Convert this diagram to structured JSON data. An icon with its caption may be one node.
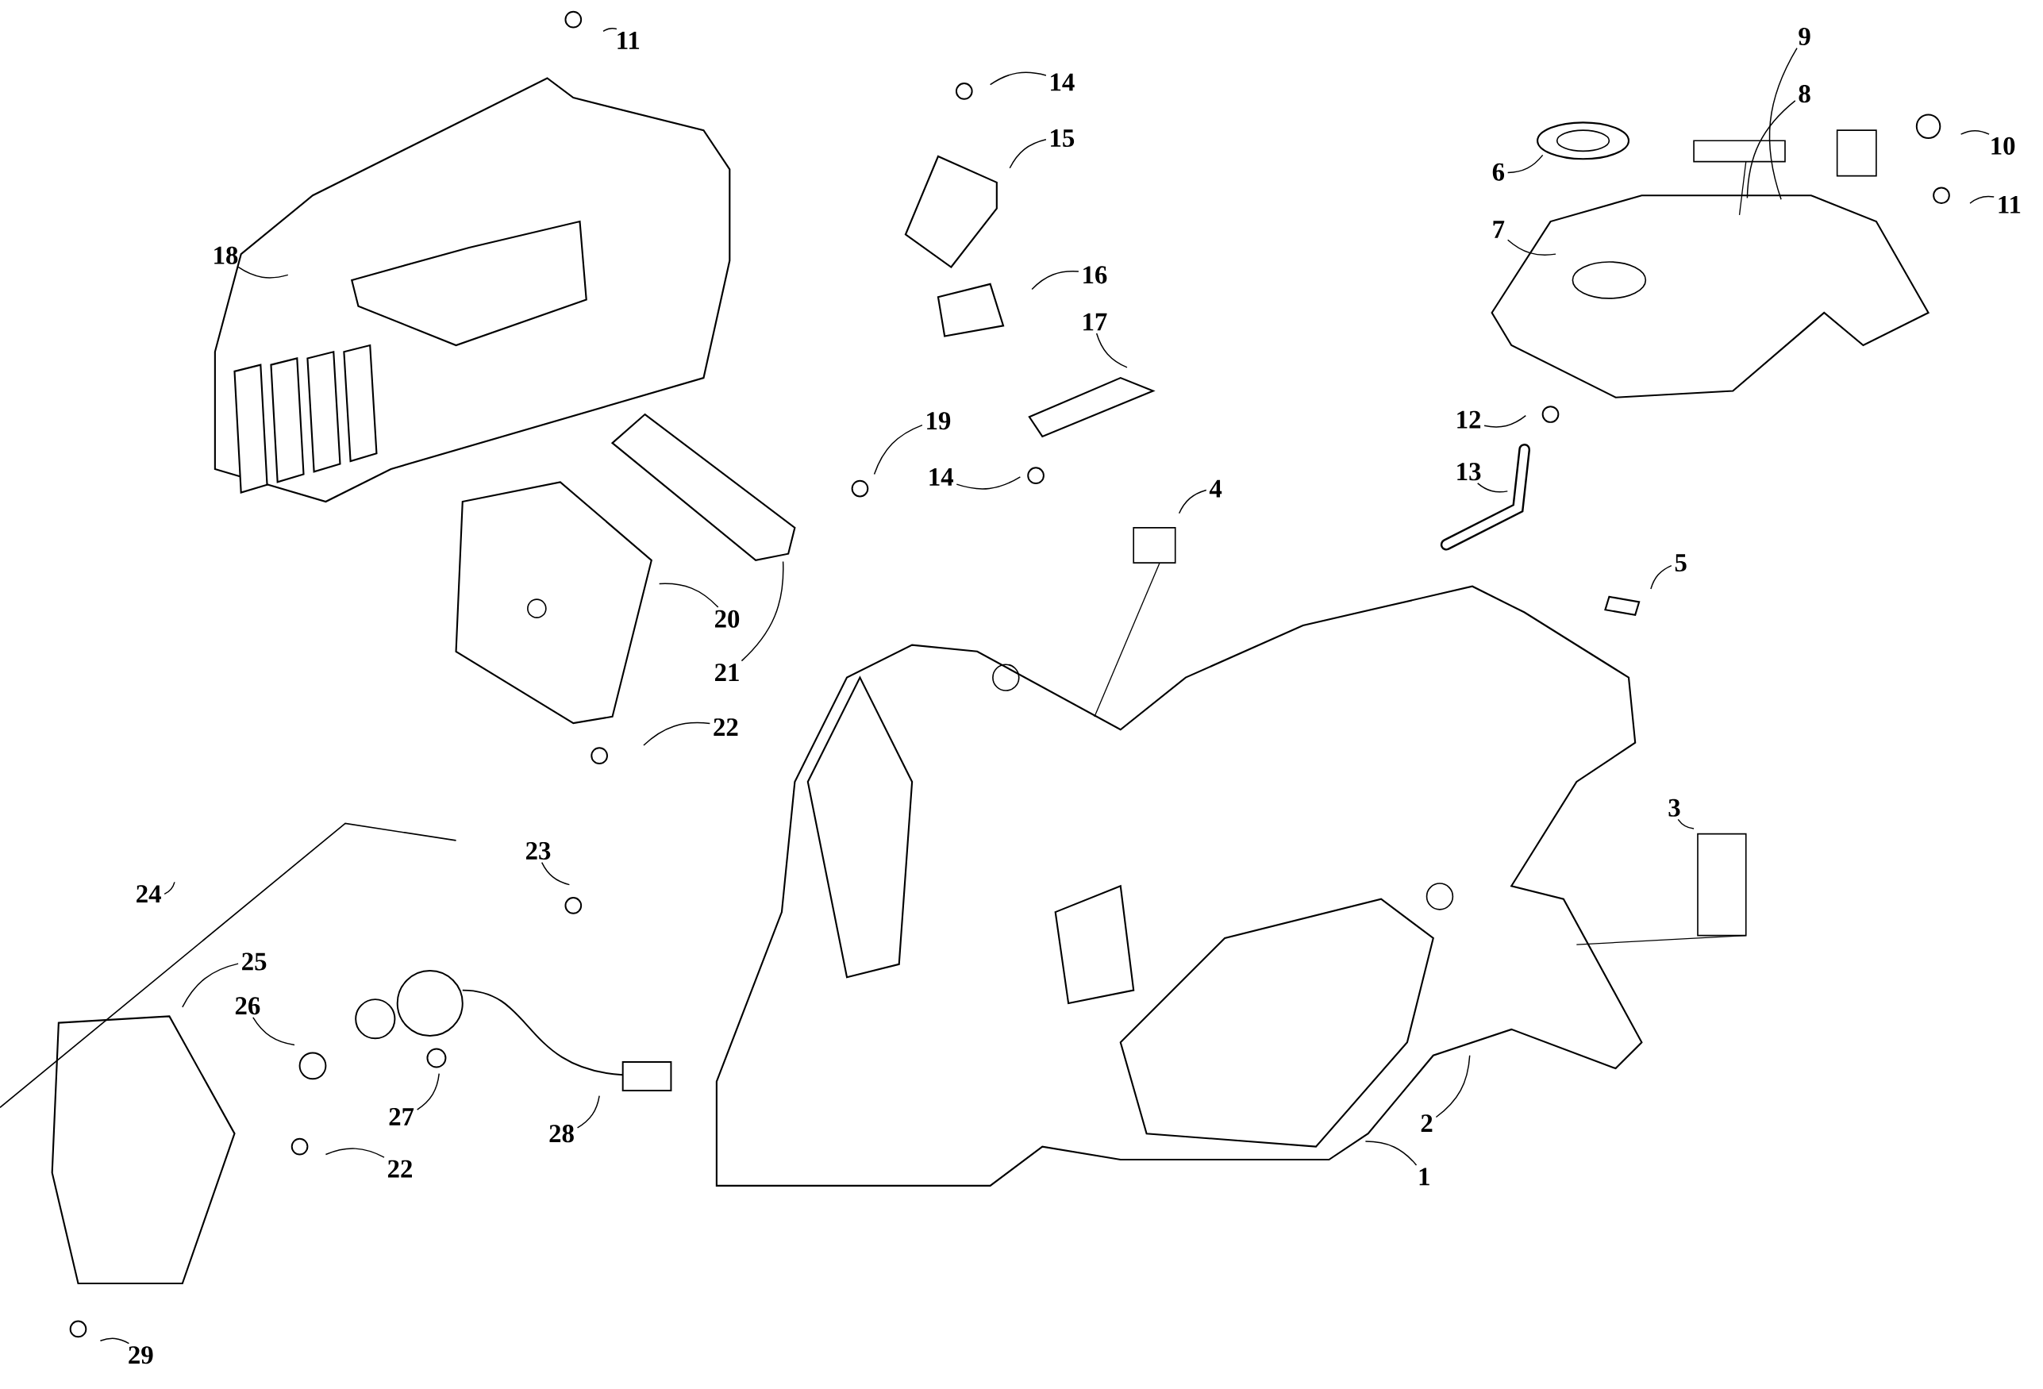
{
  "diagram": {
    "nodes": [
      {
        "text": [
          "11"
        ]
      },
      {
        "text": [
          "14"
        ]
      },
      {
        "text": [
          "9"
        ]
      },
      {
        "text": [
          "15"
        ]
      },
      {
        "text": [
          "8"
        ]
      },
      {
        "text": [
          "10"
        ]
      },
      {
        "text": [
          "6"
        ]
      },
      {
        "text": [
          "11"
        ]
      },
      {
        "text": [
          "7"
        ]
      },
      {
        "text": [
          "18"
        ]
      },
      {
        "text": [
          "16"
        ]
      },
      {
        "text": [
          "17"
        ]
      },
      {
        "text": [
          "12"
        ]
      },
      {
        "text": [
          "19"
        ]
      },
      {
        "text": [
          "13"
        ]
      },
      {
        "text": [
          "14"
        ]
      },
      {
        "text": [
          "4"
        ]
      },
      {
        "text": [
          "5"
        ]
      },
      {
        "text": [
          "20"
        ]
      },
      {
        "text": [
          "21"
        ]
      },
      {
        "text": [
          "22"
        ]
      },
      {
        "text": [
          "3"
        ]
      },
      {
        "text": [
          "23"
        ]
      },
      {
        "text": [
          "24"
        ]
      },
      {
        "text": [
          "25"
        ]
      },
      {
        "text": [
          "26"
        ]
      },
      {
        "text": [
          "27"
        ]
      },
      {
        "text": [
          "2"
        ]
      },
      {
        "text": [
          "28"
        ]
      },
      {
        "text": [
          "22"
        ]
      },
      {
        "text": [
          "1"
        ]
      },
      {
        "text": [
          "29"
        ]
      }
    ],
    "edges": [
      {
        "from": 0,
        "to": null,
        "arrow": "none"
      },
      {
        "from": 1,
        "to": null,
        "arrow": "none"
      },
      {
        "from": 2,
        "to": null,
        "arrow": "none"
      },
      {
        "from": 3,
        "to": null,
        "arrow": "none"
      },
      {
        "from": 4,
        "to": null,
        "arrow": "none"
      },
      {
        "from": 5,
        "to": null,
        "arrow": "none"
      },
      {
        "from": 6,
        "to": null,
        "arrow": "none"
      },
      {
        "from": 7,
        "to": null,
        "arrow": "none"
      },
      {
        "from": 8,
        "to": null,
        "arrow": "none"
      },
      {
        "from": 9,
        "to": null,
        "arrow": "none"
      },
      {
        "from": 10,
        "to": null,
        "arrow": "none"
      },
      {
        "from": 11,
        "to": null,
        "arrow": "none"
      },
      {
        "from": 12,
        "to": null,
        "arrow": "none"
      },
      {
        "from": 13,
        "to": null,
        "arrow": "none"
      },
      {
        "from": 14,
        "to": null,
        "arrow": "none"
      },
      {
        "from": 15,
        "to": null,
        "arrow": "none"
      },
      {
        "from": 16,
        "to": null,
        "arrow": "none"
      },
      {
        "from": 17,
        "to": null,
        "arrow": "none"
      },
      {
        "from": 18,
        "to": null,
        "arrow": "none"
      },
      {
        "from": 19,
        "to": null,
        "arrow": "none"
      },
      {
        "from": 20,
        "to": null,
        "arrow": "none"
      },
      {
        "from": 21,
        "to": null,
        "arrow": "none"
      },
      {
        "from": 22,
        "to": null,
        "arrow": "none"
      },
      {
        "from": 23,
        "to": null,
        "arrow": "none"
      },
      {
        "from": 24,
        "to": null,
        "arrow": "none"
      },
      {
        "from": 25,
        "to": null,
        "arrow": "none"
      },
      {
        "from": 26,
        "to": null,
        "arrow": "none"
      },
      {
        "from": 27,
        "to": null,
        "arrow": "none"
      },
      {
        "from": 28,
        "to": null,
        "arrow": "none"
      },
      {
        "from": 29,
        "to": null,
        "arrow": "none"
      },
      {
        "from": 30,
        "to": null,
        "arrow": "none"
      },
      {
        "from": 31,
        "to": null,
        "arrow": "none"
      }
    ]
  }
}
